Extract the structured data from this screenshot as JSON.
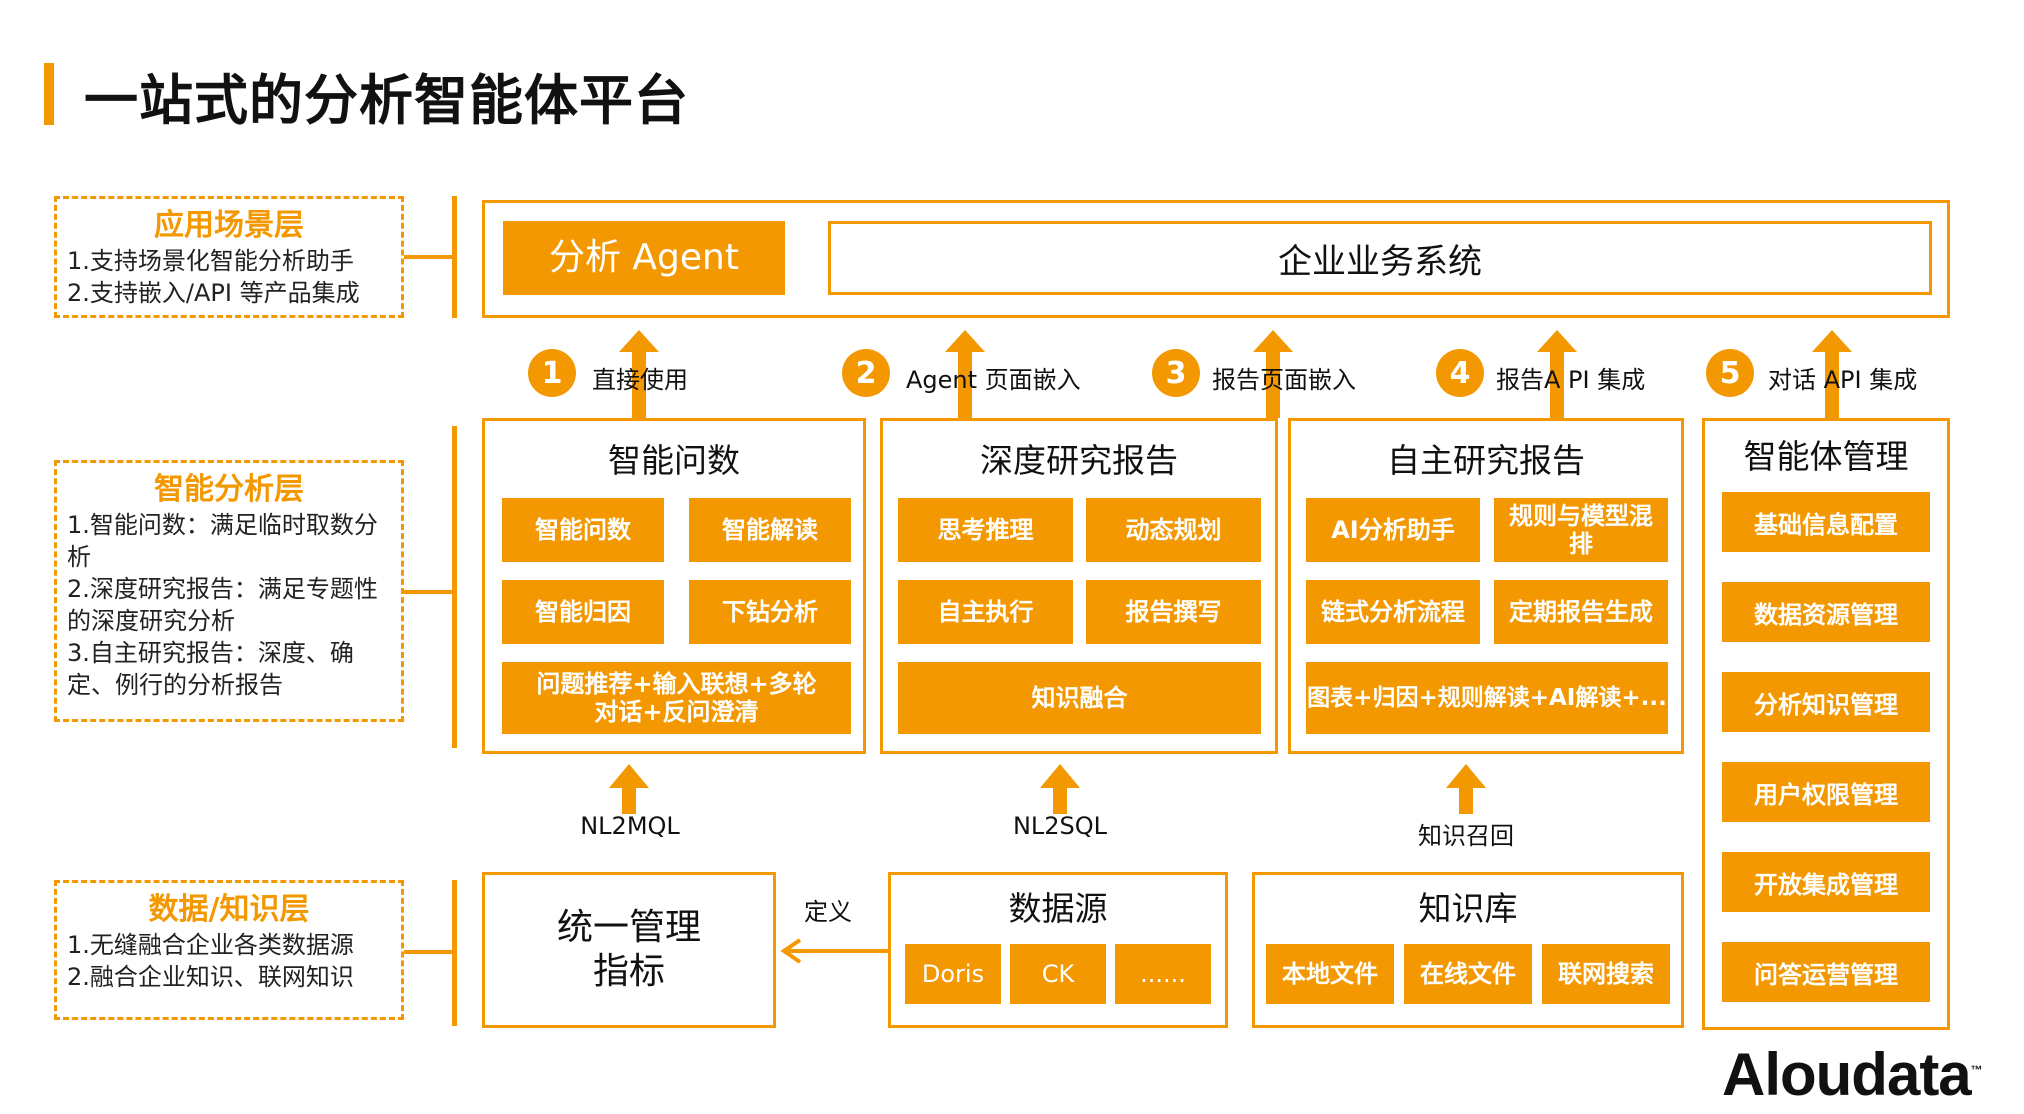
{
  "title": "一站式的分析智能体平台",
  "layers": {
    "app": {
      "title": "应用场景层",
      "lines": [
        "1.支持场景化智能分析助手",
        "2.支持嵌入/API 等产品集成"
      ]
    },
    "analysis": {
      "title": "智能分析层",
      "lines": [
        "1.智能问数：满足临时取数分析",
        "2.深度研究报告：满足专题性的深度研究分析",
        "3.自主研究报告：深度、确定、例行的分析报告"
      ]
    },
    "data": {
      "title": "数据/知识层",
      "lines": [
        "1.无缝融合企业各类数据源",
        "2.融合企业知识、联网知识"
      ]
    }
  },
  "top": {
    "agent": "分析 Agent",
    "enterprise": "企业业务系统"
  },
  "integrations": [
    {
      "num": "1",
      "label": "直接使用"
    },
    {
      "num": "2",
      "label": "Agent 页面嵌入"
    },
    {
      "num": "3",
      "label": "报告页面嵌入"
    },
    {
      "num": "4",
      "label": "报告A PI 集成"
    },
    {
      "num": "5",
      "label": "对话 API 集成"
    }
  ],
  "panels": {
    "wenshu": {
      "title": "智能问数",
      "items": [
        "智能问数",
        "智能解读",
        "智能归因",
        "下钻分析"
      ],
      "wide": "问题推荐+输入联想+多轮对话+反问澄清"
    },
    "deep": {
      "title": "深度研究报告",
      "items": [
        "思考推理",
        "动态规划",
        "自主执行",
        "报告撰写"
      ],
      "wide": "知识融合"
    },
    "auto": {
      "title": "自主研究报告",
      "items": [
        "AI分析助手",
        "规则与模型混排",
        "链式分析流程",
        "定期报告生成"
      ],
      "wide": "图表+归因+规则解读+AI解读+..."
    },
    "mgmt": {
      "title": "智能体管理",
      "items": [
        "基础信息配置",
        "数据资源管理",
        "分析知识管理",
        "用户权限管理",
        "开放集成管理",
        "问答运营管理"
      ]
    }
  },
  "flows": {
    "nl2mql": "NL2MQL",
    "nl2sql": "NL2SQL",
    "recall": "知识召回",
    "define": "定义"
  },
  "bottom": {
    "metrics": {
      "line1": "统一管理",
      "line2": "指标"
    },
    "datasource": {
      "title": "数据源",
      "items": [
        "Doris",
        "CK",
        "......"
      ]
    },
    "kb": {
      "title": "知识库",
      "items": [
        "本地文件",
        "在线文件",
        "联网搜索"
      ]
    }
  },
  "logo": {
    "text": "Aloudata",
    "tm": "™"
  },
  "colors": {
    "accent": "#F39800"
  }
}
